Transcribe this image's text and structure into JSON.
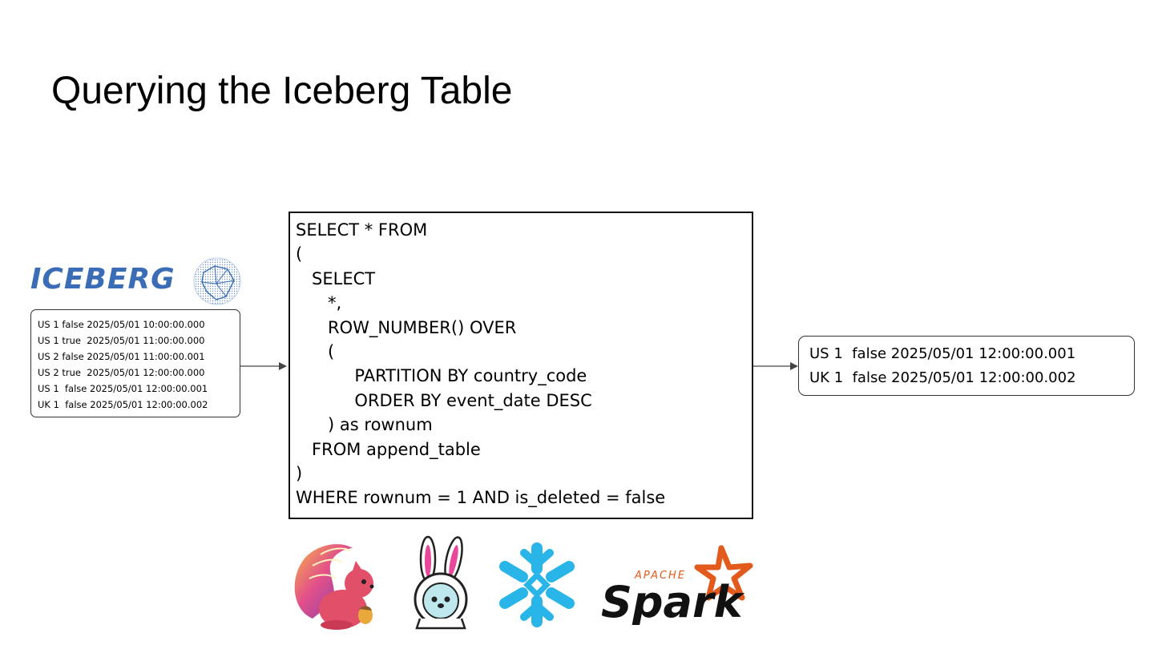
{
  "title": "Querying the Iceberg Table",
  "iceberg_logo": {
    "text": "ICEBERG",
    "icon": "iceberg-globe-icon",
    "color": "#3a6db5"
  },
  "input_rows": [
    "US 1 false 2025/05/01 10:00:00.000",
    "US 1 true  2025/05/01 11:00:00.000",
    "US 2 false 2025/05/01 11:00:00.001",
    "US 2 true  2025/05/01 12:00:00.000",
    "US 1  false 2025/05/01 12:00:00.001",
    "UK 1  false 2025/05/01 12:00:00.002"
  ],
  "sql_lines": [
    "SELECT * FROM",
    "(",
    "   SELECT",
    "      *,",
    "      ROW_NUMBER() OVER",
    "      (",
    "           PARTITION BY country_code",
    "           ORDER BY event_date DESC",
    "      ) as rownum",
    "   FROM append_table",
    ")",
    "WHERE rownum = 1 AND is_deleted = false"
  ],
  "output_rows": [
    "US 1  false 2025/05/01 12:00:00.001",
    "UK 1  false 2025/05/01 12:00:00.002"
  ],
  "engines": [
    {
      "name": "flink-logo-icon"
    },
    {
      "name": "trino-bunny-logo-icon"
    },
    {
      "name": "snowflake-logo-icon"
    },
    {
      "name": "apache-spark-logo-icon",
      "text_small": "APACHE",
      "text_large": "Spark"
    }
  ]
}
